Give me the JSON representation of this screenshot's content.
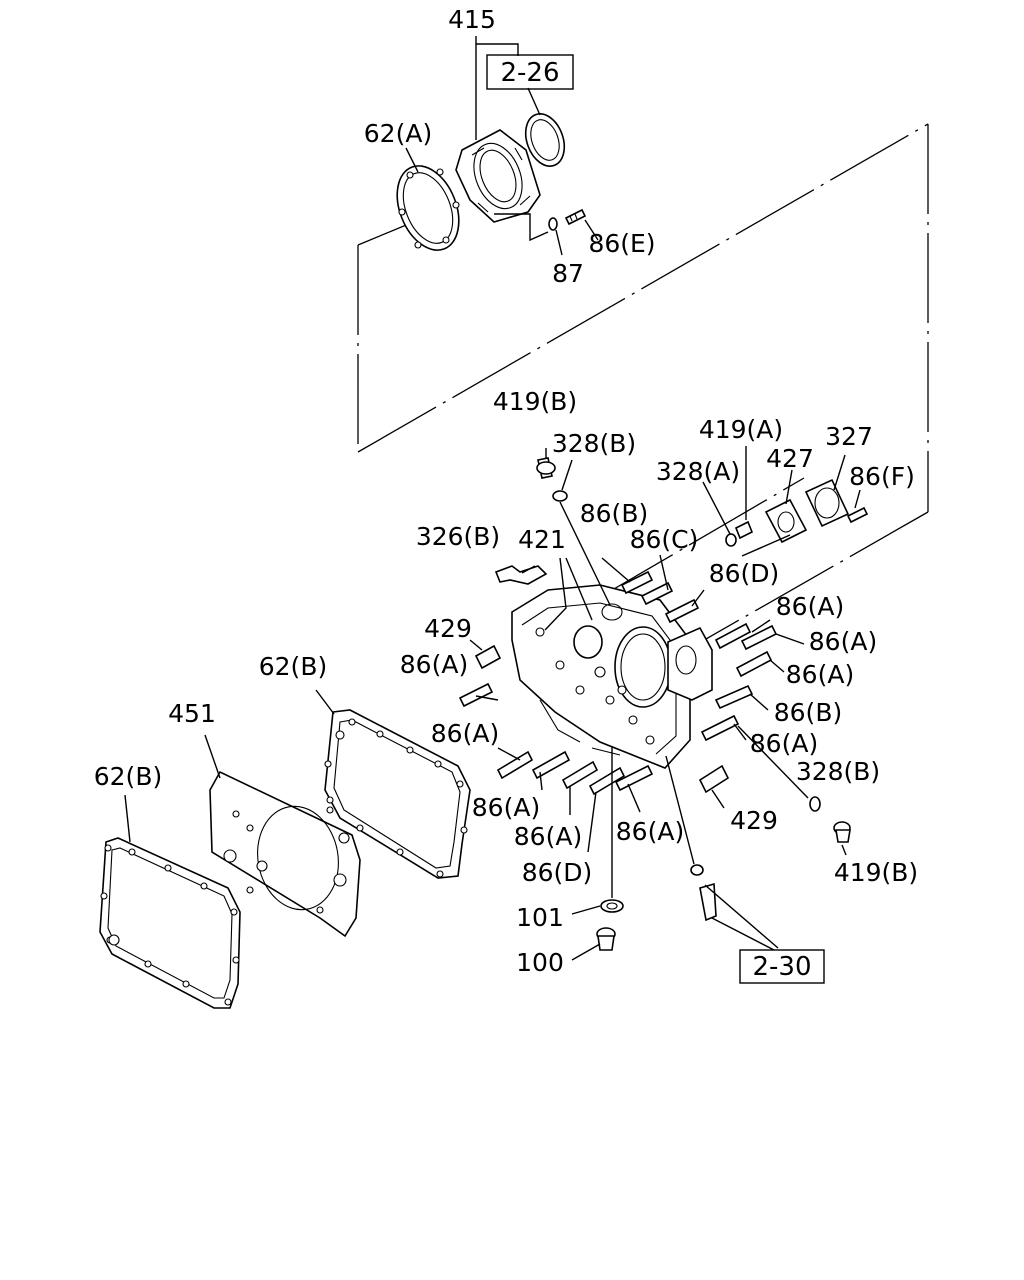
{
  "labels": {
    "p415": "415",
    "ref226": "2-26",
    "p62a": "62(A)",
    "p86e": "86(E)",
    "p87": "87",
    "p419b_top": "419(B)",
    "p328b_top": "328(B)",
    "p419a": "419(A)",
    "p327": "327",
    "p328a": "328(A)",
    "p427": "427",
    "p86f": "86(F)",
    "p86b_top": "86(B)",
    "p326b": "326(B)",
    "p421": "421",
    "p86c": "86(C)",
    "p86d_right": "86(D)",
    "p86a_r1": "86(A)",
    "p429_left": "429",
    "p86a_r2": "86(A)",
    "p62b_mid": "62(B)",
    "p86a_left": "86(A)",
    "p86a_r3": "86(A)",
    "p451": "451",
    "p86b_right": "86(B)",
    "p86a_lower": "86(A)",
    "p86a_r4": "86(A)",
    "p62b_left": "62(B)",
    "p328b_bottom": "328(B)",
    "p86a_b1": "86(A)",
    "p86a_b2": "86(A)",
    "p86a_b3": "86(A)",
    "p429_right": "429",
    "p86d_bottom": "86(D)",
    "p419b_bottom": "419(B)",
    "p101": "101",
    "p100": "100",
    "ref230": "2-30"
  }
}
